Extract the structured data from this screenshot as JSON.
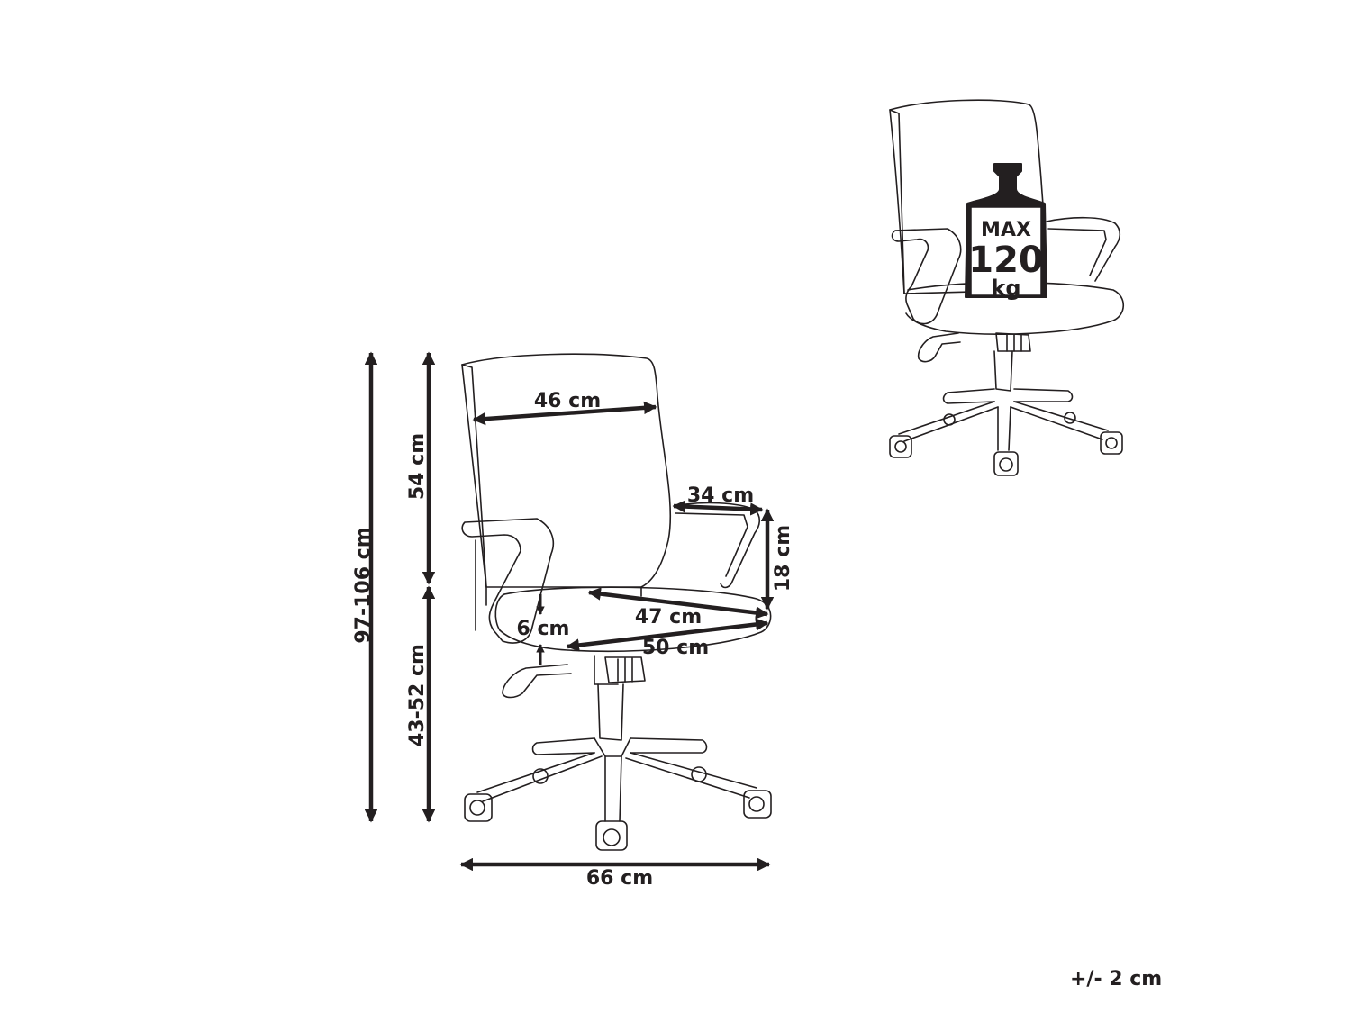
{
  "dimensions": {
    "total_height": "97-106 cm",
    "backrest_height": "54 cm",
    "seat_height": "43-52 cm",
    "backrest_width": "46 cm",
    "armrest_depth": "34 cm",
    "armrest_height": "18 cm",
    "seat_width": "47 cm",
    "seat_thickness": "6 cm",
    "seat_depth": "50 cm",
    "base_width": "66 cm"
  },
  "load_label": {
    "line1": "MAX",
    "line2": "120",
    "line3": "kg"
  },
  "tolerance": "+/- 2 cm"
}
